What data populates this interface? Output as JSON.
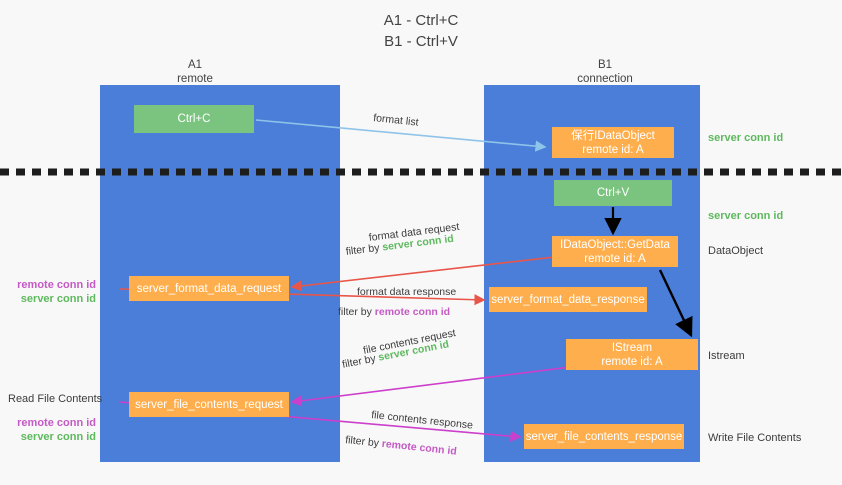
{
  "title": {
    "line1": "A1 - Ctrl+C",
    "line2": "B1 - Ctrl+V"
  },
  "lanes": [
    {
      "name": "A1",
      "sub": "remote"
    },
    {
      "name": "B1",
      "sub": "connection"
    }
  ],
  "boxes": {
    "ctrl_c": "Ctrl+C",
    "ctrl_v": "Ctrl+V",
    "idataobject_line1": "保行IDataObject",
    "idataobject_line2": "remote id: A",
    "getdata_line1": "IDataObject::GetData",
    "getdata_line2": "remote id: A",
    "istream_line1": "IStream",
    "istream_line2": "remote id: A",
    "format_data_request": "server_format_data_request",
    "format_data_response": "server_format_data_response",
    "file_contents_request": "server_file_contents_request",
    "file_contents_response": "server_file_contents_response"
  },
  "annotations": {
    "server_conn_id": "server conn id",
    "remote_conn_id": "remote conn id",
    "data_object": "DataObject",
    "istream": "Istream",
    "write_file_contents": "Write File Contents",
    "read_file_contents": "Read File Contents"
  },
  "arrow_labels": {
    "format_list": "format list",
    "format_data_request": "format data request",
    "filter_by": "filter by ",
    "format_data_response": "format data response",
    "file_contents_request": "file contents request",
    "file_contents_response": "file contents response"
  },
  "colors": {
    "lane": "#4a7ed8",
    "green_box": "#7bc47f",
    "orange_box": "#ffae4d",
    "server_conn_id": "#5eb95e",
    "remote_conn_id": "#c45ac4",
    "arrow_light_blue": "#8fc4ea",
    "arrow_red": "#e8564a",
    "arrow_magenta": "#cc3fcc",
    "arrow_black": "#000000",
    "background": "#f8f8f8"
  }
}
